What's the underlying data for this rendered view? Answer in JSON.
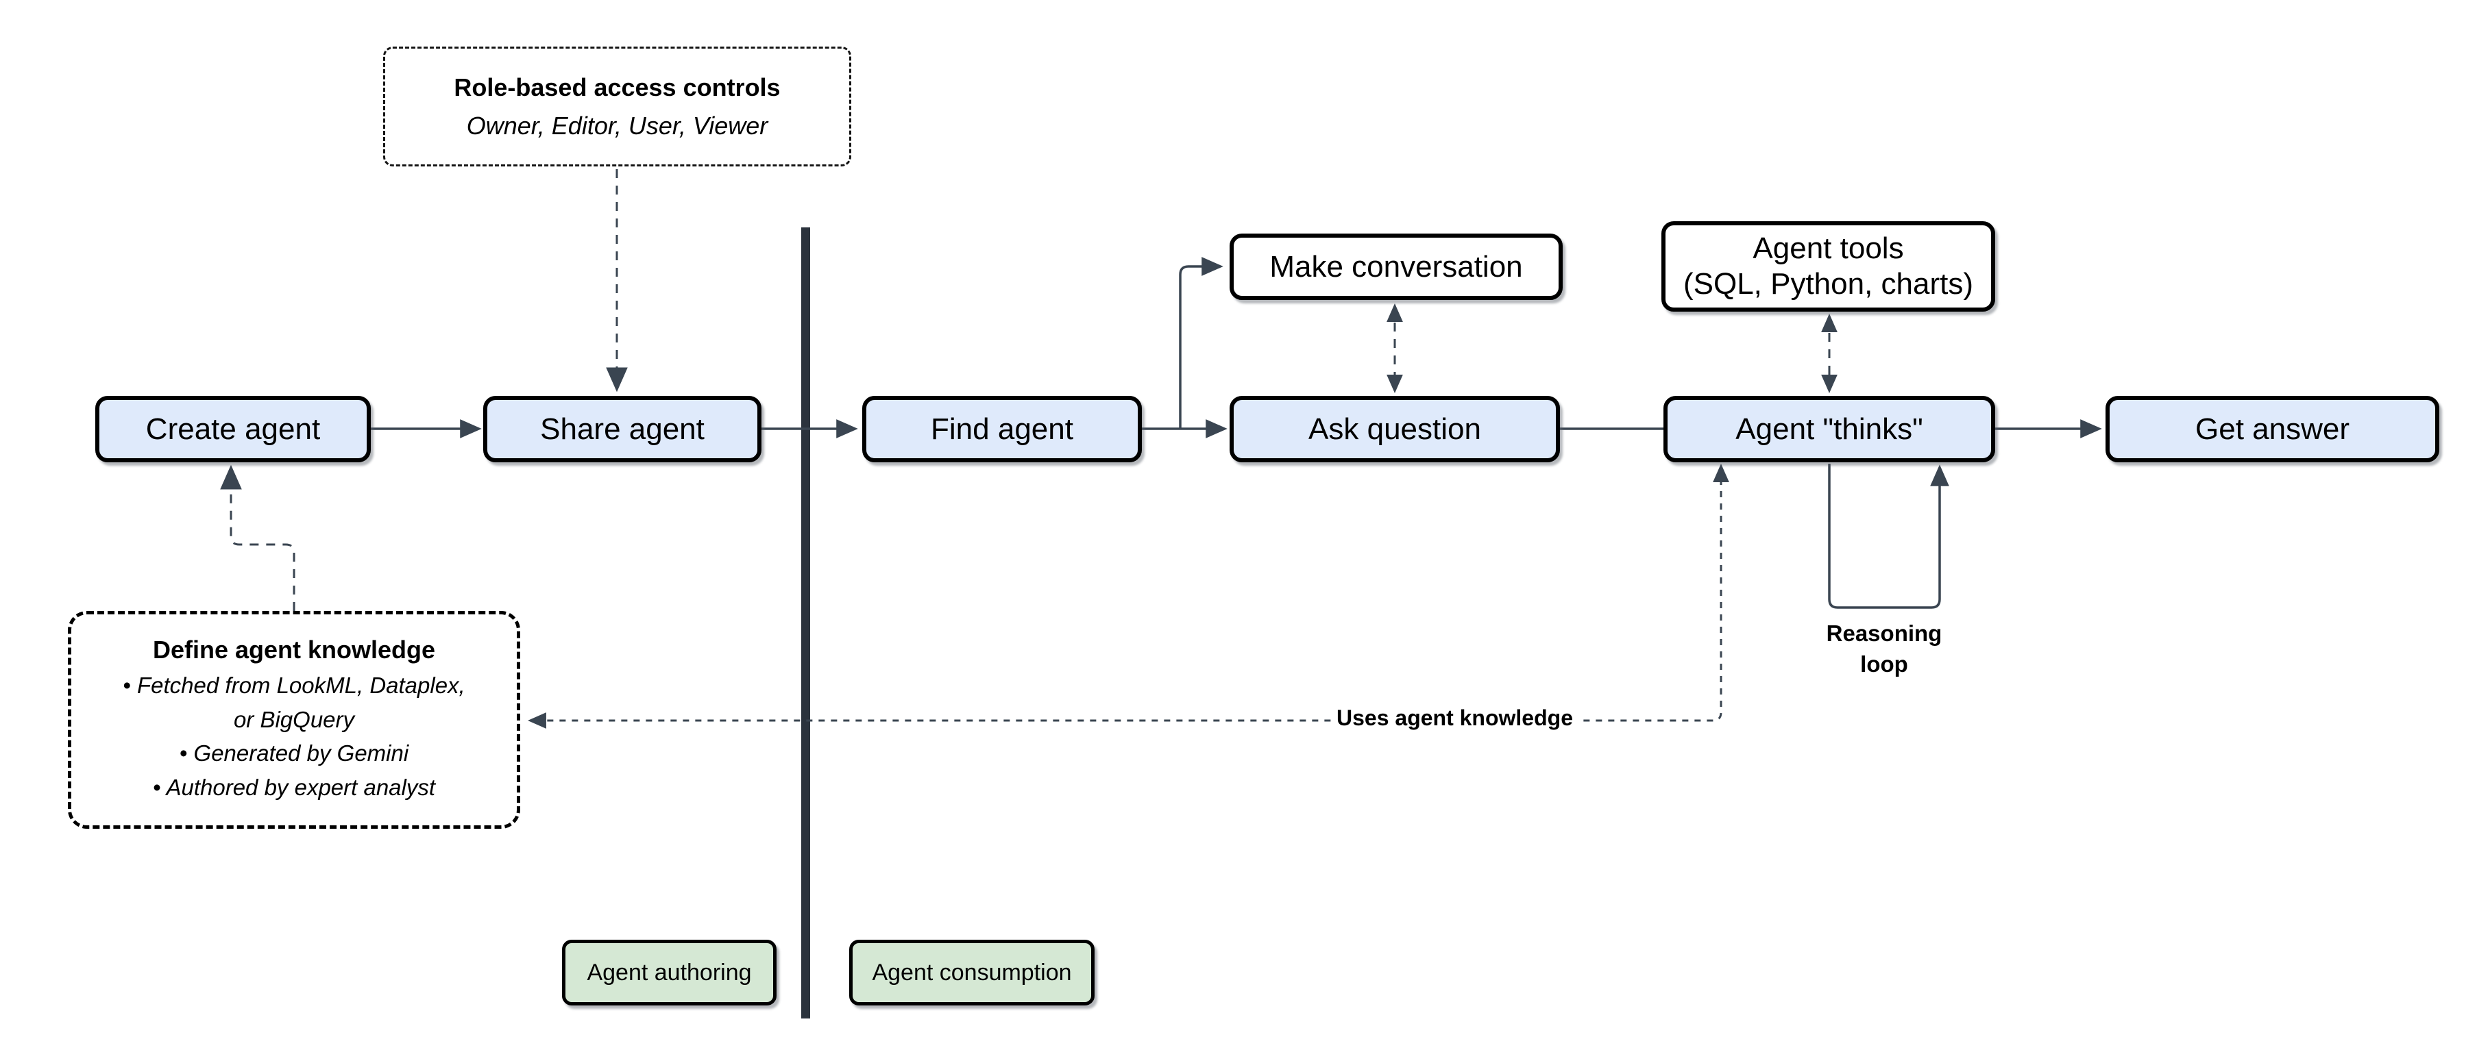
{
  "nodes": {
    "create_agent": "Create agent",
    "share_agent": "Share agent",
    "find_agent": "Find agent",
    "ask_question": "Ask question",
    "agent_thinks": "Agent \"thinks\"",
    "get_answer": "Get answer",
    "make_conversation": "Make conversation",
    "agent_tools": "Agent tools\n(SQL, Python, charts)"
  },
  "callouts": {
    "role_based_access": {
      "title": "Role-based access controls",
      "subtitle": "Owner, Editor, User, Viewer"
    },
    "define_knowledge": {
      "title": "Define agent knowledge",
      "bullet_char": "•",
      "bullets": [
        "Fetched from LookML, Dataplex, or BigQuery",
        "Generated by Gemini",
        "Authored by expert analyst"
      ]
    }
  },
  "edge_labels": {
    "reasoning_loop": "Reasoning\nloop",
    "uses_agent_knowledge": "Uses agent knowledge"
  },
  "zones": {
    "authoring": "Agent authoring",
    "consumption": "Agent consumption"
  },
  "colors": {
    "node_fill": "#dfeafb",
    "zone_fill": "#d5e8d4",
    "plain_fill": "#ffffff",
    "border": "#000000",
    "line": "#3a4551",
    "divider": "#2b333d",
    "text": "#000000",
    "bg": "#ffffff"
  }
}
